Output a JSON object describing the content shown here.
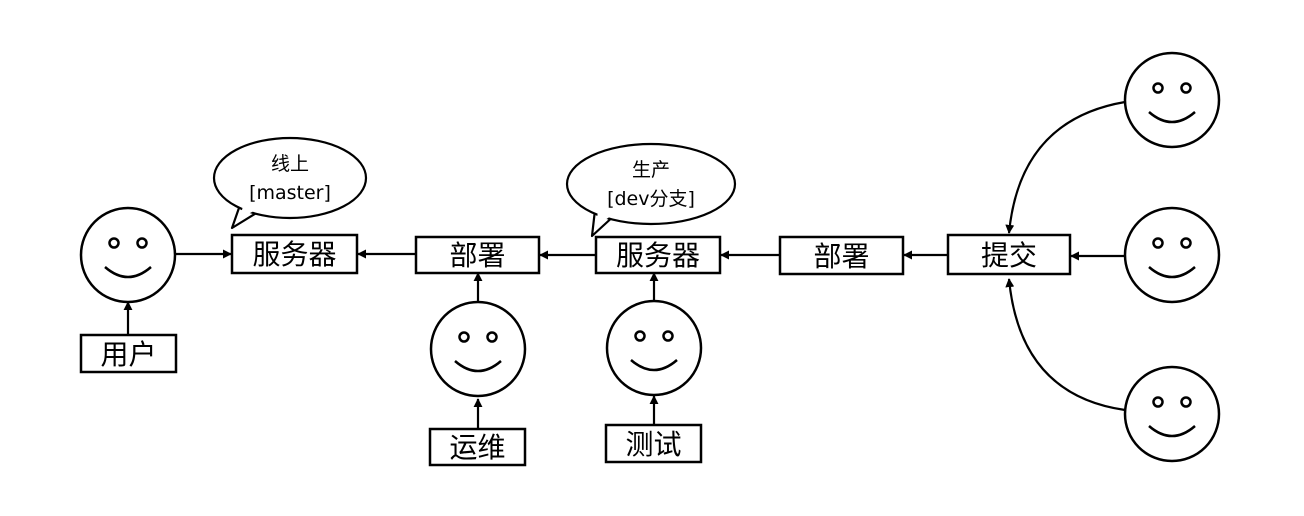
{
  "colors": {
    "stroke": "#000000",
    "fill": "#ffffff"
  },
  "boxes": {
    "server_prod": "服务器",
    "deploy_prod": "部署",
    "server_dev": "服务器",
    "deploy_dev": "部署",
    "commit": "提交",
    "user": "用户",
    "ops": "运维",
    "test": "测试"
  },
  "bubbles": {
    "online": {
      "line1": "线上",
      "line2": "[master]"
    },
    "production": {
      "line1": "生产",
      "line2": "[dev分支]"
    }
  },
  "icons": {
    "person": "smiley-face-icon"
  }
}
